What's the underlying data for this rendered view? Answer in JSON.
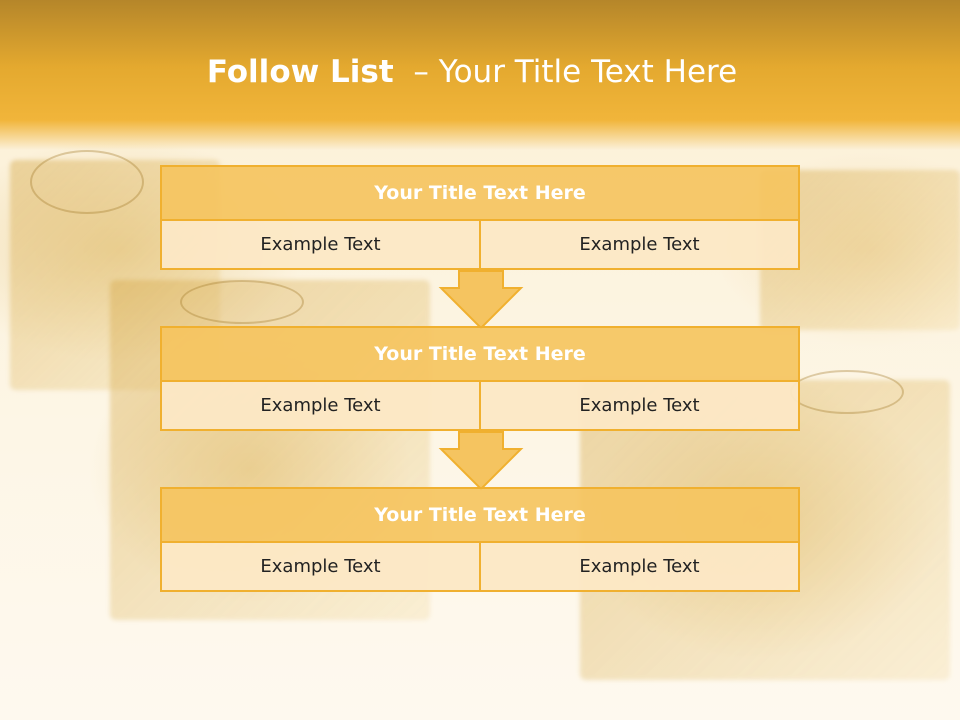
{
  "header": {
    "title_strong": "Follow List",
    "title_rest": "  – Your Title Text Here"
  },
  "steps": [
    {
      "title": "Your Title Text Here",
      "left": "Example Text",
      "right": "Example Text"
    },
    {
      "title": "Your Title Text Here",
      "left": "Example Text",
      "right": "Example Text"
    },
    {
      "title": "Your Title Text Here",
      "left": "Example Text",
      "right": "Example Text"
    }
  ],
  "colors": {
    "header_band": "#f1b53a",
    "box_border": "#f0b02f",
    "box_title_fill": "#f5c460",
    "box_cell_fill": "#fce8c5",
    "arrow_fill": "#f5c460"
  },
  "icons": [
    "down-arrow-icon"
  ]
}
